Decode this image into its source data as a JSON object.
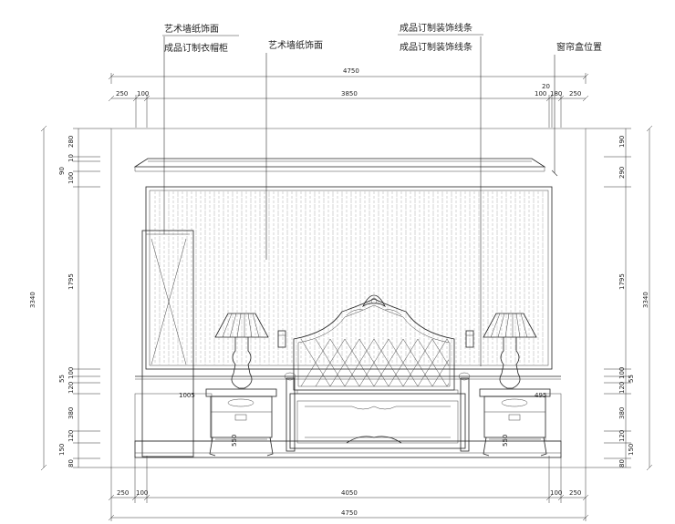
{
  "annotations": {
    "art_wall_top": "艺术墙纸饰面",
    "wardrobe": "成品订制衣帽柜",
    "art_wall_mid": "艺术墙纸饰面",
    "trim_top": "成品订制装饰线条",
    "trim_bottom": "成品订制装饰线条",
    "curtain_box": "窗帘盒位置"
  },
  "top_dims": {
    "overall": "4750",
    "seg_left_250": "250",
    "seg_left_100": "100",
    "center": "3850",
    "seg_20": "20",
    "seg_right_100": "100",
    "seg_180": "180",
    "seg_right_250": "250"
  },
  "bottom_dims": {
    "seg_left_250": "250",
    "seg_left_100": "100",
    "center": "4050",
    "seg_right_100": "100",
    "seg_right_250": "250",
    "overall": "4750"
  },
  "left_dims": {
    "overall": "3340",
    "d280": "280",
    "d10": "10",
    "d90": "90",
    "d100": "100",
    "d1795": "1795",
    "d55": "55",
    "d100b": "100",
    "d120": "120",
    "d380": "380",
    "d120b": "120",
    "d150": "150",
    "d80": "80"
  },
  "right_dims": {
    "overall": "3340",
    "d190": "190",
    "d290": "290",
    "d1795": "1795",
    "d100": "100",
    "d55": "55",
    "d120": "120",
    "d380": "380",
    "d120b": "120",
    "d150": "150",
    "d80": "80"
  },
  "inline_dims": {
    "left_nightstand_width": "1005",
    "right_nightstand_width": "495",
    "left_nightstand_height": "550",
    "right_nightstand_height": "550"
  }
}
